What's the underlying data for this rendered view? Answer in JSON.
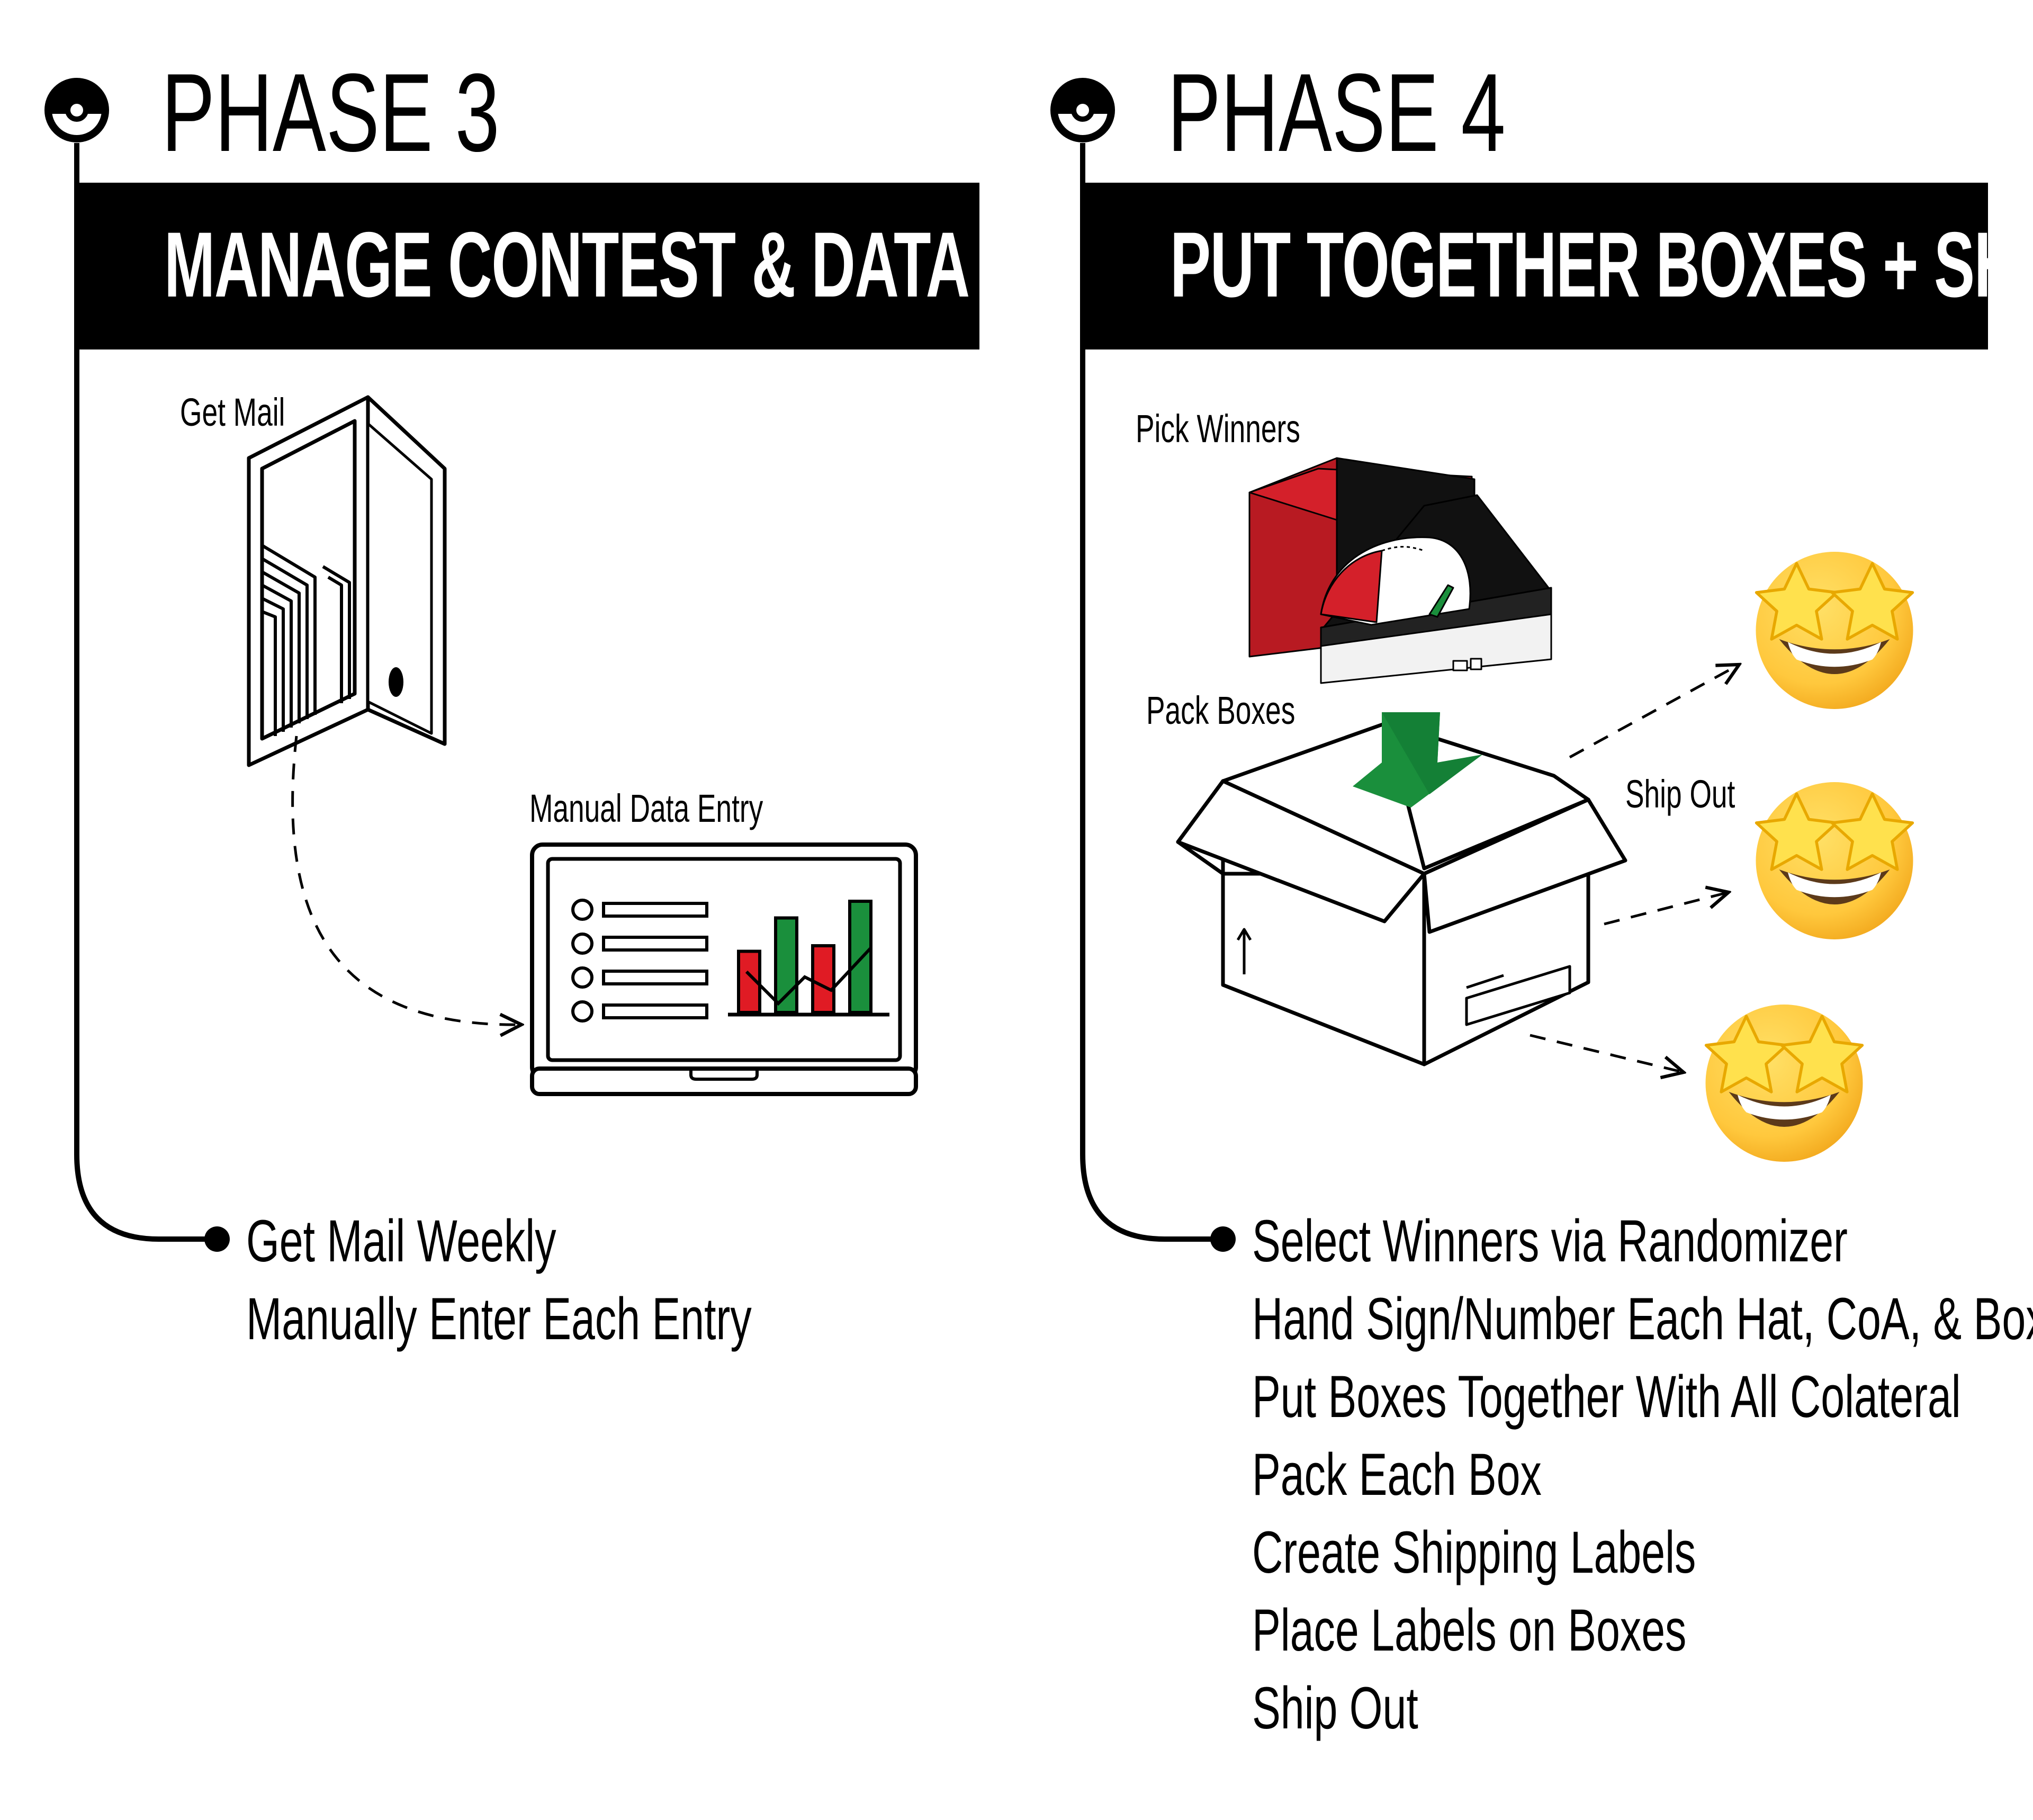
{
  "phases": [
    {
      "label": "PHASE 3",
      "banner": "MANAGE CONTEST & DATA",
      "captions": {
        "mail": "Get Mail",
        "data_entry": "Manual Data Entry"
      },
      "steps": [
        "Get Mail Weekly",
        "Manually Enter Each Entry"
      ]
    },
    {
      "label": "PHASE 4",
      "banner": "PUT TOGETHER BOXES + SHIP",
      "captions": {
        "pick": "Pick Winners",
        "pack": "Pack Boxes",
        "ship": "Ship Out"
      },
      "steps": [
        "Select Winners via Randomizer",
        "Hand Sign/Number Each Hat, CoA, & Box",
        "Put Boxes Together With All Colateral",
        "Pack Each Box",
        "Create Shipping Labels",
        "Place Labels on Boxes",
        "Ship Out"
      ]
    }
  ],
  "chart_bars": [
    0.55,
    0.85,
    0.6,
    1.0
  ],
  "colors": {
    "ink": "#000000",
    "red": "#e01b24",
    "green": "#1a8f3c",
    "box_red": "#d4202a",
    "emoji_yellow": "#ffc83d"
  },
  "icons": [
    "pokeball-icon",
    "mailbox-icon",
    "laptop-icon",
    "gift-box-icon",
    "cardboard-box-icon",
    "down-arrow-icon",
    "star-struck-emoji-icon"
  ]
}
